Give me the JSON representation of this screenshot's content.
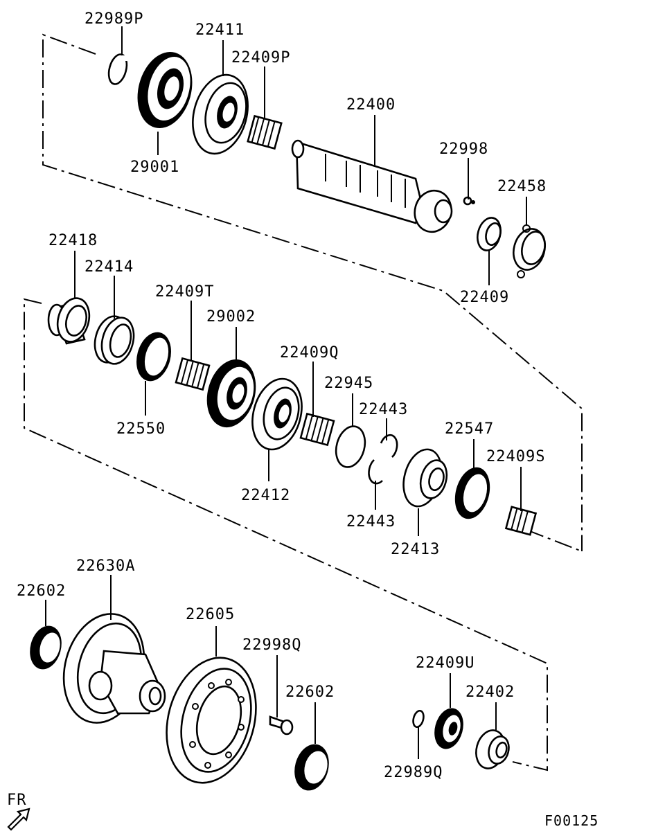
{
  "labels": {
    "p22989P": "22989P",
    "p22411": "22411",
    "p22409P": "22409P",
    "p29001": "29001",
    "p22400": "22400",
    "p22998": "22998",
    "p22458": "22458",
    "p22409": "22409",
    "p22418": "22418",
    "p22414": "22414",
    "p22409T": "22409T",
    "p29002": "29002",
    "p22550": "22550",
    "p22409Q": "22409Q",
    "p22945": "22945",
    "p22443a": "22443",
    "p22443b": "22443",
    "p22412": "22412",
    "p22547": "22547",
    "p22409S": "22409S",
    "p22413": "22413",
    "p22630A": "22630A",
    "p22602a": "22602",
    "p22605": "22605",
    "p22998Q": "22998Q",
    "p22602b": "22602",
    "p22409U": "22409U",
    "p22402": "22402",
    "p22989Q": "22989Q",
    "fr": "FR",
    "figure_code": "F00125"
  }
}
